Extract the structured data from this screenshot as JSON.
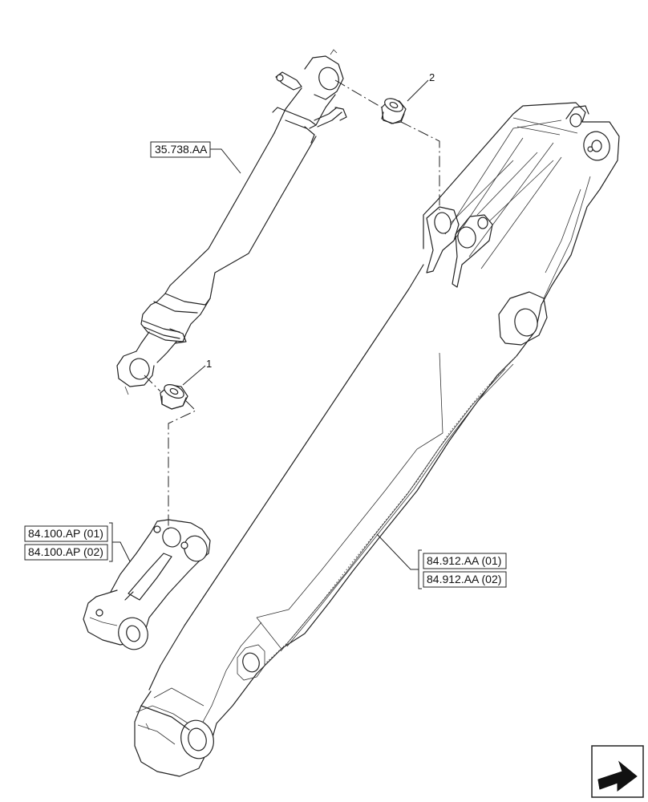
{
  "callouts": {
    "item_1": "1",
    "item_2": "2"
  },
  "references": {
    "cylinder": "35.738.AA",
    "link_1": "84.100.AP (01)",
    "link_2": "84.100.AP (02)",
    "arm_1": "84.912.AA (01)",
    "arm_2": "84.912.AA (02)"
  },
  "icons": {
    "navigation": "arrow-icon"
  }
}
